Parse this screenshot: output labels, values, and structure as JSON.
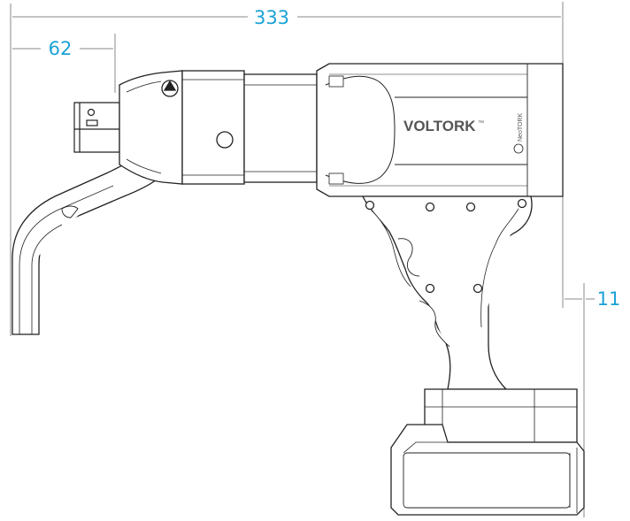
{
  "dimensions": {
    "overall_length": "333",
    "head_offset": "62",
    "battery_offset": "11"
  },
  "tool": {
    "brand": "VOLTORK",
    "brand_mark": "™",
    "maker": "NeoTORK"
  },
  "colors": {
    "dimension": "#1aa2d6",
    "outline": "#222222",
    "thin": "#8a8a8a"
  }
}
